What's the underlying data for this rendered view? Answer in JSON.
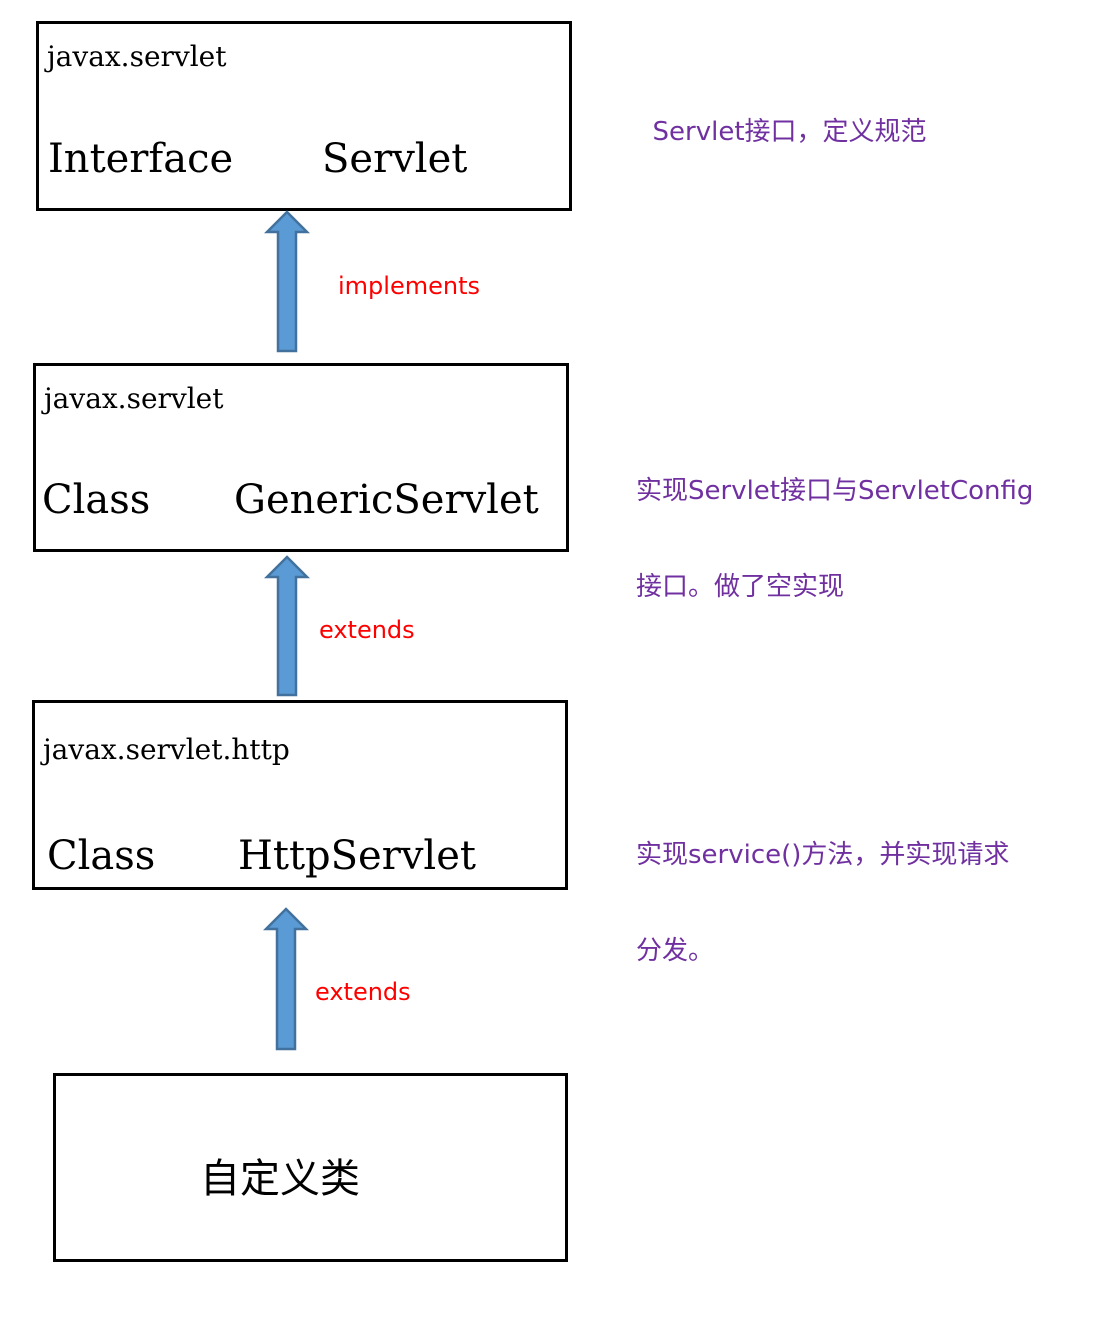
{
  "diagram": {
    "nodes": [
      {
        "package": "javax.servlet",
        "kind": "Interface",
        "name": "Servlet"
      },
      {
        "package": "javax.servlet",
        "kind": "Class",
        "name": "GenericServlet"
      },
      {
        "package": "javax.servlet.http",
        "kind": "Class",
        "name": "HttpServlet"
      },
      {
        "label": "自定义类"
      }
    ],
    "edges": [
      {
        "label": "implements"
      },
      {
        "label": "extends"
      },
      {
        "label": "extends"
      }
    ],
    "notes": [
      {
        "text": "Servlet接口，定义规范"
      },
      {
        "line1": "实现Servlet接口与ServletConfig",
        "line2": "接口。做了空实现"
      },
      {
        "line1": "实现service()方法，并实现请求",
        "line2": "分发。"
      }
    ],
    "colors": {
      "border": "#000000",
      "arrow_fill": "#5b9bd5",
      "arrow_stroke": "#41719c",
      "edge_label": "#ff0000",
      "note_text": "#7030a0"
    },
    "arrow_icon": "up-arrow-icon"
  }
}
